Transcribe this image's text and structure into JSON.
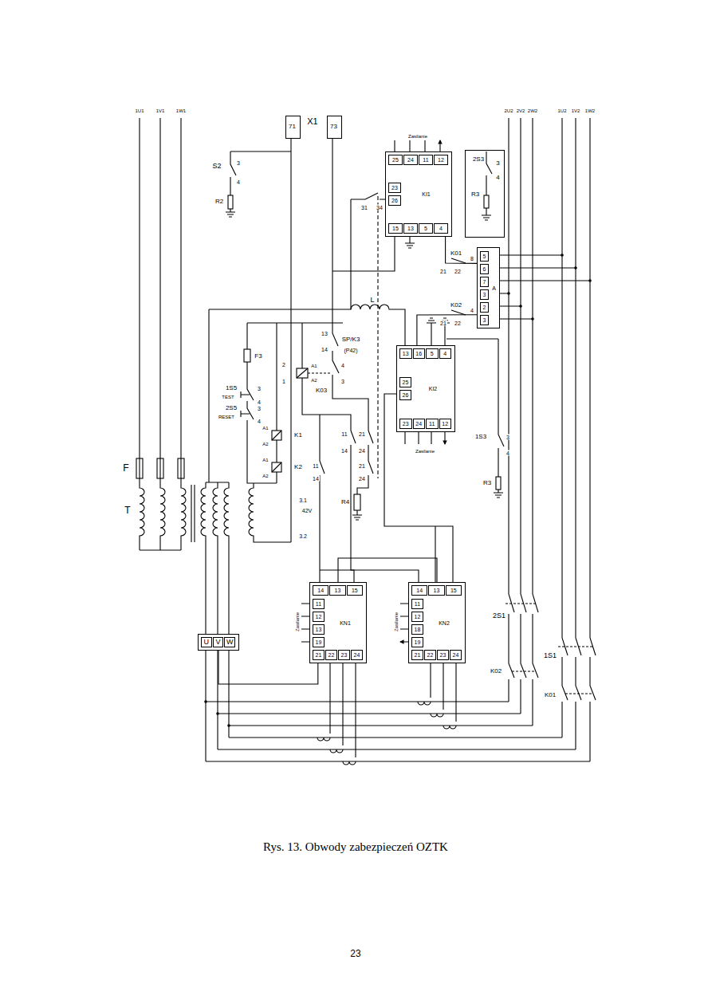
{
  "diagram": {
    "caption": "Rys. 13. Obwody zabezpieczeń OZTK",
    "nodes": [
      {
        "text": [
          "71"
        ]
      },
      {
        "text": [
          "73"
        ]
      },
      {
        "text": [
          "25",
          "24",
          "11",
          "12",
          "23",
          "26",
          "KI1",
          "15",
          "13",
          "5",
          "4"
        ]
      },
      {
        "text": [
          "2S3",
          "3",
          "4",
          "R3"
        ]
      },
      {
        "text": [
          "5",
          "6",
          "7",
          "3",
          "2",
          "3",
          "A"
        ]
      },
      {
        "text": [
          "13",
          "16",
          "5",
          "4",
          "25",
          "26",
          "KI2",
          "23",
          "24",
          "11",
          "12"
        ]
      },
      {
        "text": [
          "U",
          "V",
          "W"
        ]
      },
      {
        "text": [
          "14",
          "13",
          "15",
          "11",
          "12",
          "13",
          "19",
          "KN1",
          "21",
          "22",
          "23",
          "24"
        ]
      },
      {
        "text": [
          "14",
          "13",
          "15",
          "11",
          "12",
          "18",
          "19",
          "KN2",
          "21",
          "22",
          "23",
          "24"
        ]
      }
    ],
    "edges": [
      {
        "from": 2,
        "to": 4,
        "arrow": "none"
      },
      {
        "from": 5,
        "to": 4,
        "arrow": "none"
      },
      {
        "from": 6,
        "to": 7,
        "arrow": "none"
      },
      {
        "from": 7,
        "to": 8,
        "arrow": "none"
      }
    ],
    "labels": [
      "1U1",
      "1V1",
      "1W1",
      "X1",
      "2U2",
      "2V2",
      "2W2",
      "1U2",
      "1V2",
      "1W2",
      "Zasilanie",
      "S2",
      "3",
      "4",
      "R2",
      "31",
      "34",
      "K01",
      "8",
      "21",
      "22",
      "K02",
      "4",
      "21",
      "22",
      "L",
      "13",
      "SP/K3",
      "14",
      "(P42)",
      "F3",
      "2",
      "A1",
      "4",
      "A2",
      "1",
      "3",
      "K03",
      "1S5",
      "TEST",
      "3",
      "4",
      "2S5",
      "RESET",
      "3",
      "4",
      "A1",
      "K1",
      "A2",
      "A1",
      "K2",
      "A2",
      "11",
      "21",
      "14",
      "24",
      "11",
      "14",
      "21",
      "24",
      "R4",
      "Zasilanie",
      "1S3",
      "3",
      "4",
      "R3",
      "F",
      "T",
      "3.1",
      "42V",
      "3.2",
      "Zasilanie",
      "Zasilanie",
      "2S1",
      "1S1",
      "K02",
      "K01",
      "23"
    ]
  }
}
